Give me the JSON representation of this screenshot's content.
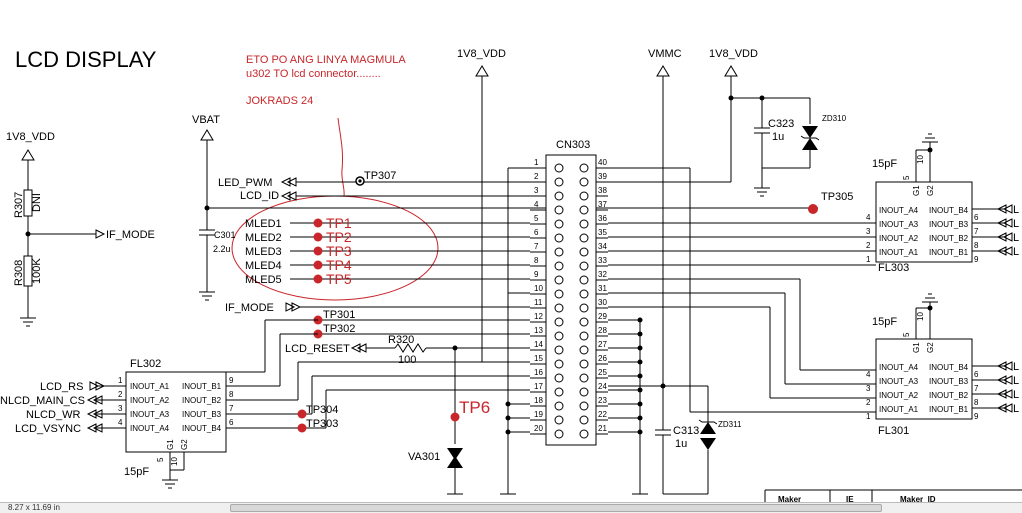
{
  "title": "LCD DISPLAY",
  "annotation": {
    "line1": "ETO PO ANG LINYA MAGMULA",
    "line2": "u302 TO lcd connector........",
    "line3": "JOKRADS 24",
    "color": "#c8262a"
  },
  "power": {
    "v1v8_left": "1V8_VDD",
    "vbat": "VBAT",
    "v1v8_mid": "1V8_VDD",
    "vmmc": "VMMC",
    "v1v8_right": "1V8_VDD"
  },
  "parts": {
    "r307": "R307",
    "r307_val": "DNI",
    "r308": "R308",
    "r308_val": "100K",
    "c301": "C301",
    "c301_val": "2.2u",
    "c323": "C323",
    "c323_val": "1u",
    "zd310": "ZD310",
    "c313": "C313",
    "c313_val": "1u",
    "zd311": "ZD311",
    "r320": "R320",
    "r320_val": "100",
    "va301": "VA301",
    "cn303": "CN303"
  },
  "nets": {
    "if_mode_left": "IF_MODE",
    "led_pwm": "LED_PWM",
    "lcd_id": "LCD_ID",
    "mled": [
      "MLED1",
      "MLED2",
      "MLED3",
      "MLED4",
      "MLED5"
    ],
    "if_mode": "IF_MODE",
    "lcd_reset": "LCD_RESET",
    "lcd_rs": "LCD_RS",
    "nlcd_main_cs": "NLCD_MAIN_CS",
    "nlcd_wr": "NLCD_WR",
    "lcd_vsync": "LCD_VSYNC"
  },
  "testpoints": {
    "tp307": "TP307",
    "tp305": "TP305",
    "tp301": "TP301",
    "tp302": "TP302",
    "tp304": "TP304",
    "tp303": "TP303",
    "tp_red": [
      "TP1",
      "TP2",
      "TP3",
      "TP4",
      "TP5"
    ],
    "tp6": "TP6"
  },
  "connector": {
    "left_pins": [
      "1",
      "2",
      "3",
      "4",
      "5",
      "6",
      "7",
      "8",
      "9",
      "10",
      "11",
      "12",
      "13",
      "14",
      "15",
      "16",
      "17",
      "18",
      "19",
      "20"
    ],
    "right_pins": [
      "40",
      "39",
      "38",
      "37",
      "36",
      "35",
      "34",
      "33",
      "32",
      "31",
      "30",
      "29",
      "28",
      "27",
      "26",
      "25",
      "24",
      "23",
      "22",
      "21"
    ]
  },
  "fl302": {
    "name": "FL302",
    "cap": "15pF",
    "pins_left": [
      "1",
      "2",
      "3",
      "4"
    ],
    "pins_right": [
      "9",
      "8",
      "7",
      "6"
    ],
    "labels_left": [
      "INOUT_A1",
      "INOUT_A2",
      "INOUT_A3",
      "INOUT_A4"
    ],
    "labels_right": [
      "INOUT_B1",
      "INOUT_B2",
      "INOUT_B3",
      "INOUT_B4"
    ],
    "gnd_pins": [
      "5",
      "10"
    ],
    "gnd_labels": [
      "G1",
      "G2"
    ]
  },
  "fl303": {
    "name": "FL303",
    "cap": "15pF",
    "pins_left": [
      "4",
      "3",
      "2",
      "1"
    ],
    "pins_right": [
      "6",
      "7",
      "8",
      "9"
    ],
    "labels_left": [
      "INOUT_A4",
      "INOUT_A3",
      "INOUT_A2",
      "INOUT_A1"
    ],
    "labels_right": [
      "INOUT_B4",
      "INOUT_B3",
      "INOUT_B2",
      "INOUT_B1"
    ],
    "gnd_pins": [
      "5",
      "10"
    ],
    "gnd_labels": [
      "G1",
      "G2"
    ]
  },
  "fl301": {
    "name": "FL301",
    "cap": "15pF",
    "pins_left": [
      "4",
      "3",
      "2",
      "1"
    ],
    "pins_right": [
      "6",
      "7",
      "8",
      "9"
    ],
    "labels_left": [
      "INOUT_A4",
      "INOUT_A3",
      "INOUT_A2",
      "INOUT_A1"
    ],
    "labels_right": [
      "INOUT_B4",
      "INOUT_B3",
      "INOUT_B2",
      "INOUT_B1"
    ],
    "gnd_pins": [
      "5",
      "10"
    ],
    "gnd_labels": [
      "G1",
      "G2"
    ]
  },
  "offpage_right": [
    "L",
    "L",
    "L",
    "L"
  ],
  "title_block": {
    "maker": "Maker",
    "ie": "IE",
    "maker_id": "Maker_ID"
  },
  "status": {
    "page_size": "8.27 x 11.69 in"
  }
}
